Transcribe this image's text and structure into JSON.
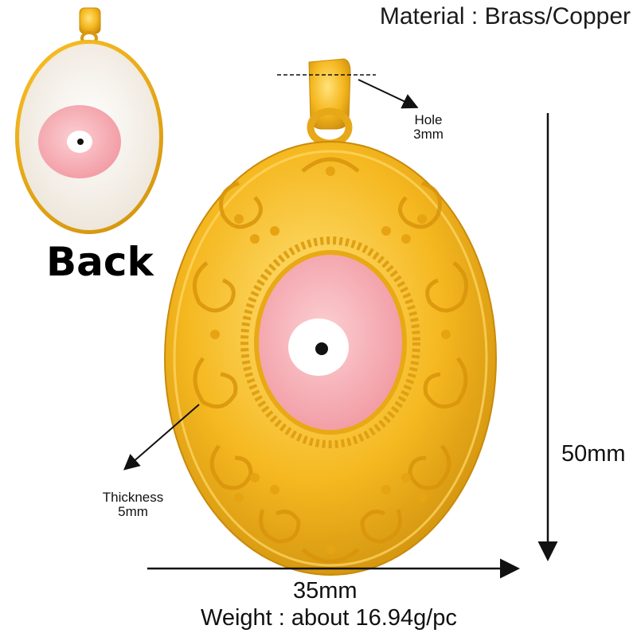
{
  "labels": {
    "material": "Material : Brass/Copper",
    "back": "Back",
    "hole_title": "Hole",
    "hole_value": "3mm",
    "thickness_title": "Thickness",
    "thickness_value": "5mm",
    "height": "50mm",
    "width": "35mm",
    "weight": "Weight : about 16.94g/pc"
  },
  "colors": {
    "gold": "#f5b820",
    "gold_light": "#ffe27a",
    "gold_dark": "#c98a0a",
    "pink": "#f7b3b8",
    "back_enamel": "#f6f1ea",
    "pupil": "#111111"
  },
  "icons": [
    "arrow-right-icon",
    "arrow-down-icon",
    "arrow-down-left-icon"
  ]
}
